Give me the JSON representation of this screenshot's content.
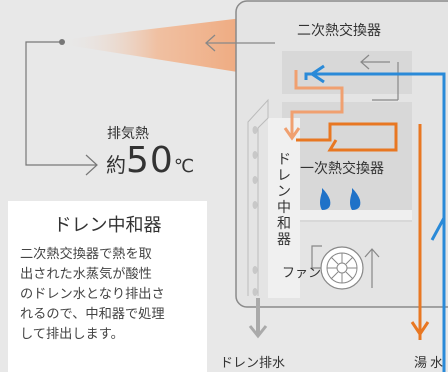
{
  "exhaust": {
    "label": "排気熱",
    "temp_prefix": "約",
    "temp_value": "50",
    "temp_unit": "℃"
  },
  "components": {
    "secondary_hx": "二次熱交換器",
    "primary_hx": "一次熱交換器",
    "neutralizer_vertical": [
      "ド",
      "レ",
      "ン",
      "中",
      "和",
      "器"
    ],
    "fan": "ファン"
  },
  "outputs": {
    "drain": "ドレン排水",
    "hot_water": "湯",
    "water": "水"
  },
  "info_card": {
    "title": "ドレン中和器",
    "lines": [
      "二次熱交換器で熱を取",
      "出された水蒸気が酸性",
      "のドレン水となり排出さ",
      "れるので、中和器で処理",
      "して排出します。"
    ]
  },
  "colors": {
    "background": "#e8e8e8",
    "heat": "#f0a070",
    "hot_pipe": "#e87722",
    "cold_pipe": "#2a8ad8",
    "flame": "#1f72c8",
    "panel_fill": "#d8d8d8",
    "frame": "#8a8a8a",
    "text": "#333333"
  }
}
